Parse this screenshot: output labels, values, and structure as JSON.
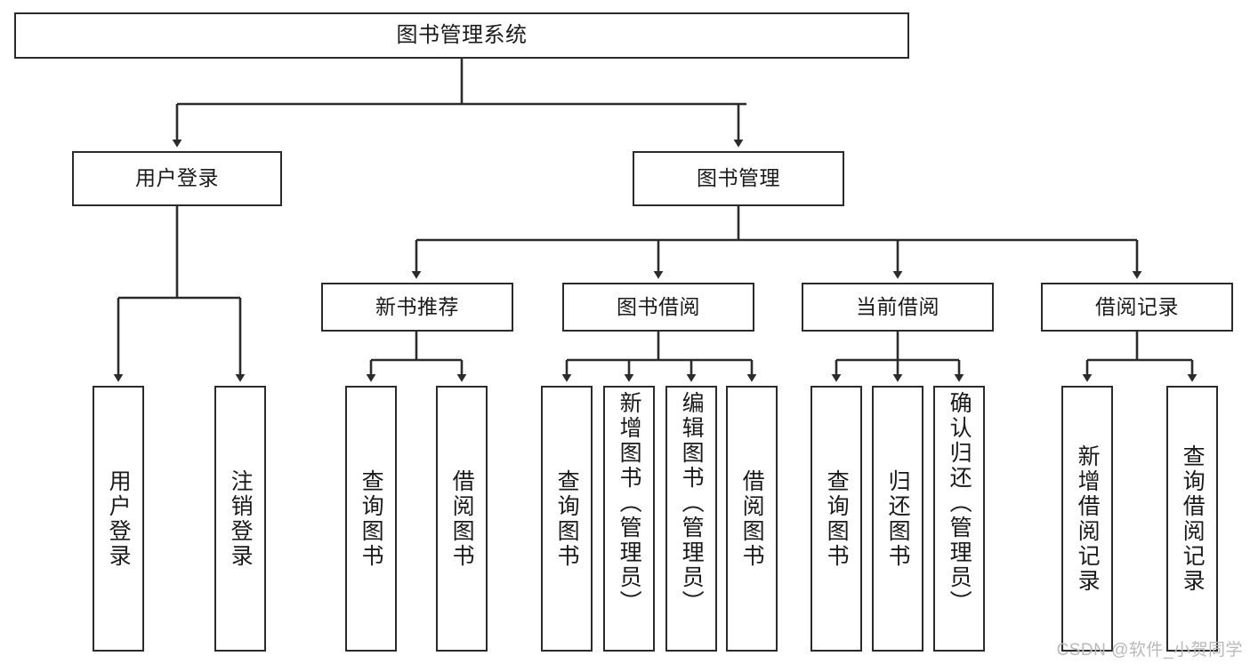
{
  "diagram": {
    "title": "图书管理系统",
    "watermark": "CSDN @软件_小贺同学",
    "line_color": "#2b2b2b",
    "box_fill": "#ffffff",
    "text_color": "#1a1a1a",
    "watermark_color": "#b9b9b9"
  },
  "levels": {
    "root": {
      "label": "图书管理系统"
    },
    "level2": [
      {
        "label": "用户登录"
      },
      {
        "label": "图书管理"
      }
    ],
    "level3": [
      {
        "label": "新书推荐"
      },
      {
        "label": "图书借阅"
      },
      {
        "label": "当前借阅"
      },
      {
        "label": "借阅记录"
      }
    ]
  },
  "leaves": {
    "user_login": [
      {
        "label": "用户登录"
      },
      {
        "label": "注销登录"
      }
    ],
    "new_book_recommend": [
      {
        "label": "查询图书"
      },
      {
        "label": "借阅图书"
      }
    ],
    "book_borrow": [
      {
        "label": "查询图书"
      },
      {
        "label": "新增图书（管理员）"
      },
      {
        "label": "编辑图书（管理员）"
      },
      {
        "label": "借阅图书"
      }
    ],
    "current_borrow": [
      {
        "label": "查询图书"
      },
      {
        "label": "归还图书"
      },
      {
        "label": "确认归还（管理员）"
      }
    ],
    "borrow_record": [
      {
        "label": "新增借阅记录"
      },
      {
        "label": "查询借阅记录"
      }
    ]
  }
}
